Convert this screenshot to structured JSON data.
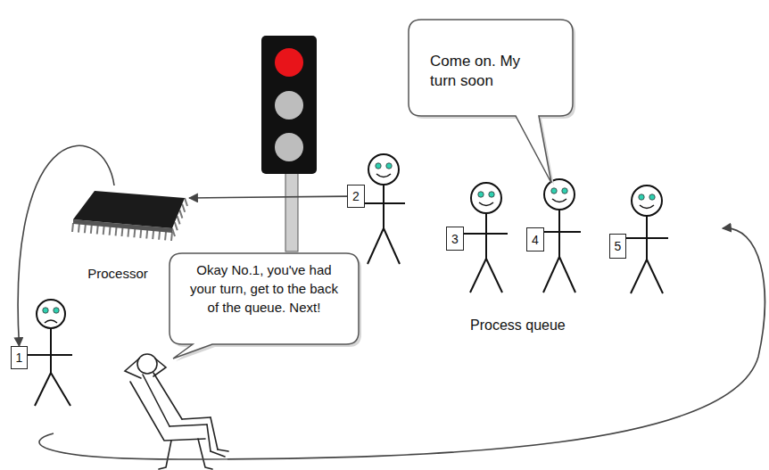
{
  "diagram": {
    "nodes": [
      {
        "text": [
          "Come on. My turn soon"
        ]
      },
      {
        "text": [
          "Processor"
        ]
      },
      {
        "text": [
          "2"
        ]
      },
      {
        "text": [
          "3"
        ]
      },
      {
        "text": [
          "4"
        ]
      },
      {
        "text": [
          "5"
        ]
      },
      {
        "text": [
          "Okay No.1, you've had your turn, get to the back of the queue. Next!"
        ]
      },
      {
        "text": [
          "1"
        ]
      }
    ],
    "edges": [
      {
        "from": 2,
        "to": 1,
        "arrow": "to"
      },
      {
        "from": 1,
        "to": 7,
        "arrow": "to"
      }
    ],
    "labels": [
      "Process queue"
    ]
  }
}
